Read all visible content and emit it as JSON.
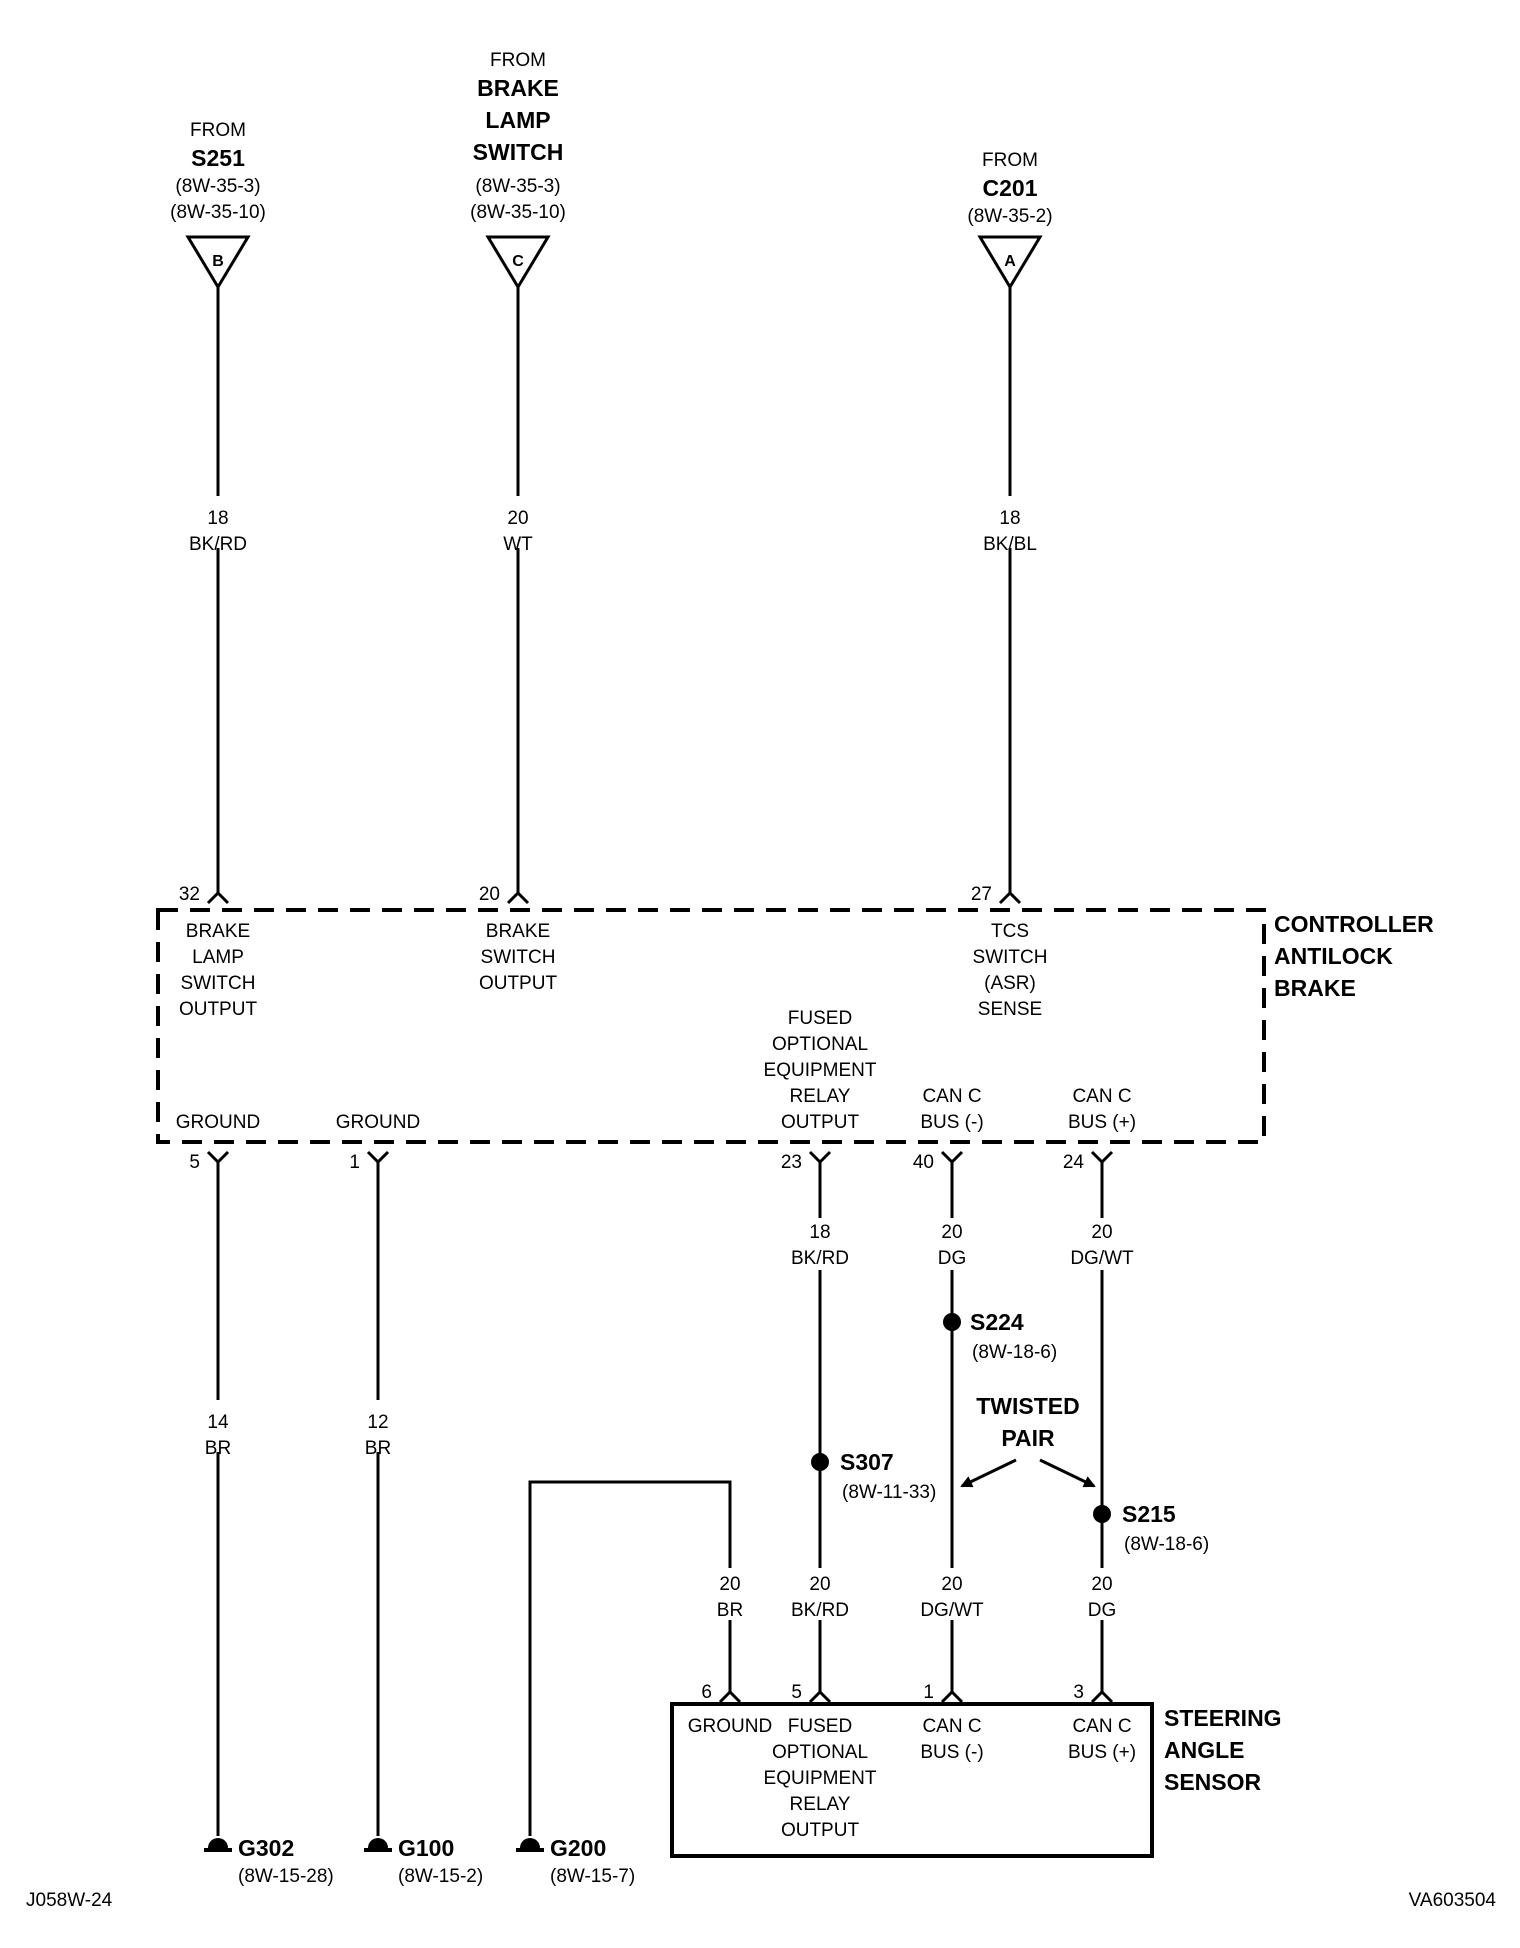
{
  "from_s251": {
    "from": "FROM",
    "name": "S251",
    "ref1": "(8W-35-3)",
    "ref2": "(8W-35-10)",
    "letter": "B"
  },
  "from_brake_switch": {
    "from": "FROM",
    "name1": "BRAKE",
    "name2": "LAMP",
    "name3": "SWITCH",
    "ref1": "(8W-35-3)",
    "ref2": "(8W-35-10)",
    "letter": "C"
  },
  "from_c201": {
    "from": "FROM",
    "name": "C201",
    "ref1": "(8W-35-2)",
    "letter": "A"
  },
  "wires_top": {
    "bk_rd": {
      "gauge": "18",
      "color": "BK/RD"
    },
    "wt": {
      "gauge": "20",
      "color": "WT"
    },
    "bk_bl": {
      "gauge": "18",
      "color": "BK/BL"
    }
  },
  "controller": {
    "title1": "CONTROLLER",
    "title2": "ANTILOCK",
    "title3": "BRAKE",
    "pin32": {
      "num": "32",
      "l1": "BRAKE",
      "l2": "LAMP",
      "l3": "SWITCH",
      "l4": "OUTPUT"
    },
    "pin20": {
      "num": "20",
      "l1": "BRAKE",
      "l2": "SWITCH",
      "l3": "OUTPUT"
    },
    "pin27": {
      "num": "27",
      "l1": "TCS",
      "l2": "SWITCH",
      "l3": "(ASR)",
      "l4": "SENSE"
    },
    "pin5": {
      "num": "5",
      "label": "GROUND"
    },
    "pin1": {
      "num": "1",
      "label": "GROUND"
    },
    "pin23": {
      "num": "23",
      "l1": "FUSED",
      "l2": "OPTIONAL",
      "l3": "EQUIPMENT",
      "l4": "RELAY",
      "l5": "OUTPUT"
    },
    "pin40": {
      "num": "40",
      "l1": "CAN C",
      "l2": "BUS (-)"
    },
    "pin24": {
      "num": "24",
      "l1": "CAN C",
      "l2": "BUS (+)"
    }
  },
  "wires_mid": {
    "w23": {
      "gauge": "18",
      "color": "BK/RD"
    },
    "w40": {
      "gauge": "20",
      "color": "DG"
    },
    "w24": {
      "gauge": "20",
      "color": "DG/WT"
    },
    "w5": {
      "gauge": "14",
      "color": "BR"
    },
    "w1": {
      "gauge": "12",
      "color": "BR"
    }
  },
  "splices": {
    "s224": {
      "name": "S224",
      "ref": "(8W-18-6)"
    },
    "s307": {
      "name": "S307",
      "ref": "(8W-11-33)"
    },
    "s215": {
      "name": "S215",
      "ref": "(8W-18-6)"
    }
  },
  "twisted_pair": {
    "l1": "TWISTED",
    "l2": "PAIR"
  },
  "wires_low": {
    "br": {
      "gauge": "20",
      "color": "BR"
    },
    "bk_rd": {
      "gauge": "20",
      "color": "BK/RD"
    },
    "dg_wt": {
      "gauge": "20",
      "color": "DG/WT"
    },
    "dg": {
      "gauge": "20",
      "color": "DG"
    }
  },
  "sensor": {
    "title1": "STEERING",
    "title2": "ANGLE",
    "title3": "SENSOR",
    "pin6": {
      "num": "6",
      "label": "GROUND"
    },
    "pin5": {
      "num": "5",
      "l1": "FUSED",
      "l2": "OPTIONAL",
      "l3": "EQUIPMENT",
      "l4": "RELAY",
      "l5": "OUTPUT"
    },
    "pin1": {
      "num": "1",
      "l1": "CAN C",
      "l2": "BUS (-)"
    },
    "pin3": {
      "num": "3",
      "l1": "CAN C",
      "l2": "BUS (+)"
    }
  },
  "grounds": {
    "g302": {
      "name": "G302",
      "ref": "(8W-15-28)"
    },
    "g100": {
      "name": "G100",
      "ref": "(8W-15-2)"
    },
    "g200": {
      "name": "G200",
      "ref": "(8W-15-7)"
    }
  },
  "footer": {
    "left": "J058W-24",
    "right": "VA603504"
  }
}
